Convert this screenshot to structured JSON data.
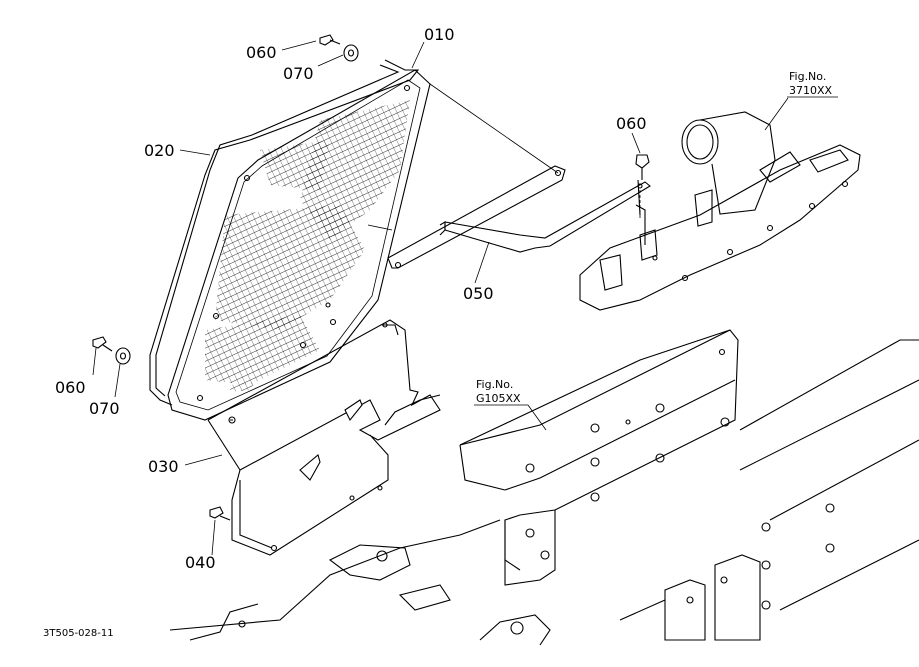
{
  "diagram": {
    "part_labels": {
      "p010": "010",
      "p020": "020",
      "p030": "030",
      "p040": "040",
      "p050": "050",
      "p060_top": "060",
      "p070_top": "070",
      "p060_left": "060",
      "p070_left": "070",
      "p060_right": "060"
    },
    "references": {
      "ref1_title": "Fig.No.",
      "ref1_code": "3710XX",
      "ref2_title": "Fig.No.",
      "ref2_code": "G105XX"
    },
    "drawing_code": "3T505-028-11"
  }
}
